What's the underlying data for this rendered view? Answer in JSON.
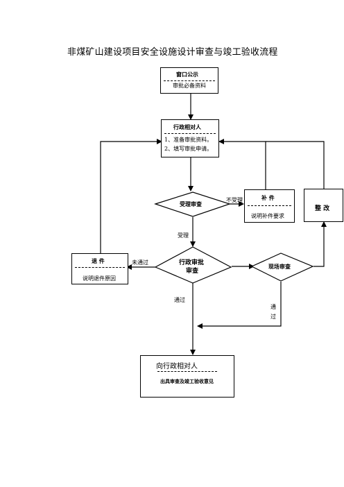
{
  "title": "非煤矿山建设项目安全设施设计审查与竣工验收流程",
  "nodes": {
    "window": {
      "title": "窗口公示",
      "subtitle": "审批必备资料"
    },
    "applicant": {
      "title": "行政相对人",
      "line1": "1、准备审批资料。",
      "line2": "2、填写审批申请。"
    },
    "accept_review": {
      "label": "受理审查"
    },
    "supplement": {
      "title": "补 件",
      "subtitle": "说明补件要求"
    },
    "rectify": {
      "label": "整 改"
    },
    "return": {
      "title": "退 件",
      "subtitle": "说明退件原因"
    },
    "admin_review": {
      "line1": "行政审批",
      "line2": "审查"
    },
    "site_review": {
      "label": "现场审查"
    },
    "result": {
      "title": "向行政相对人",
      "subtitle": "出具审查及竣工验收意见"
    }
  },
  "edge_labels": {
    "not_accepted": "不受理",
    "accepted": "受理",
    "not_passed": "未通过",
    "passed_left": "通过",
    "passed_right_1": "通",
    "passed_right_2": "过"
  }
}
